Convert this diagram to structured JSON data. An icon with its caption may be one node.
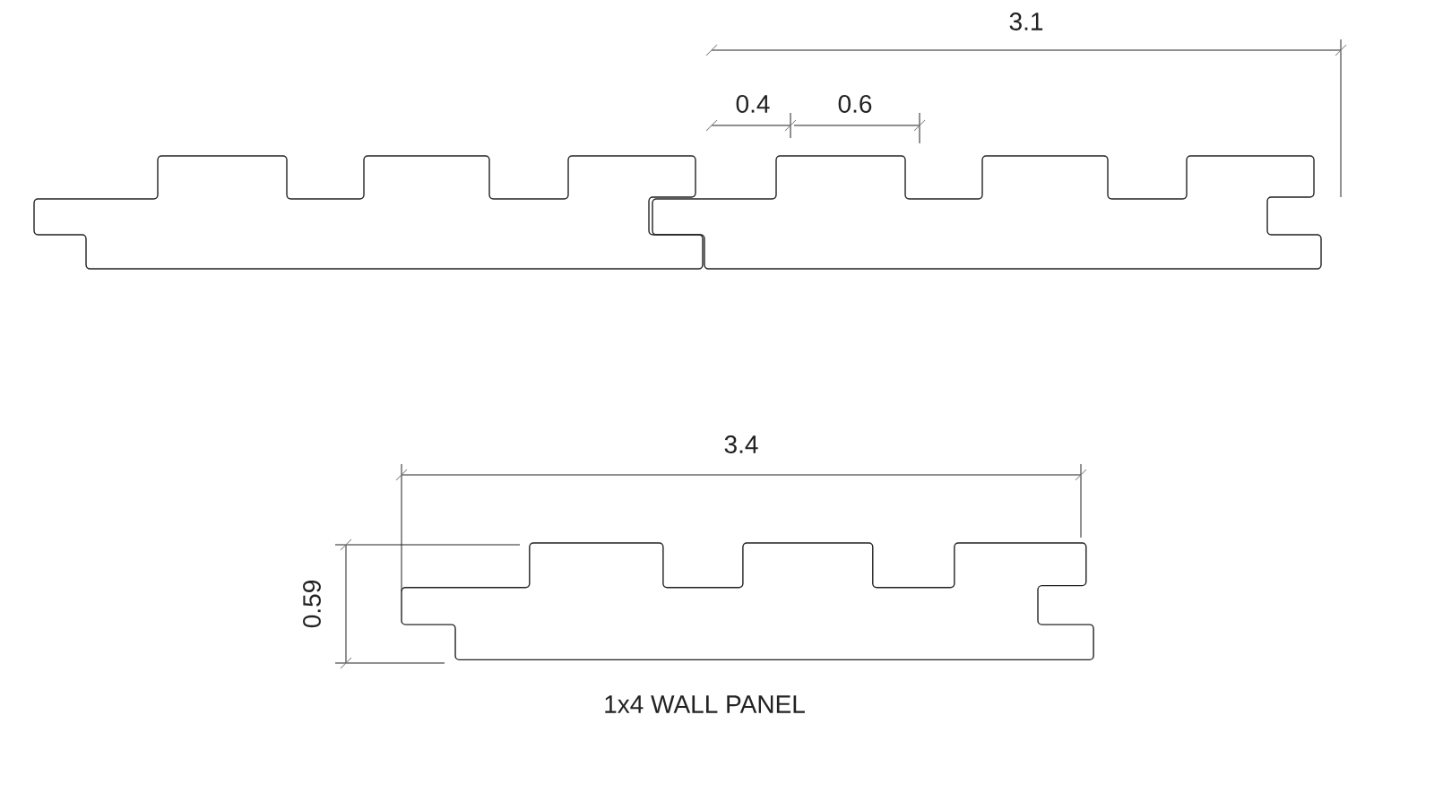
{
  "diagram": {
    "caption": "1x4 WALL PANEL",
    "labels": [
      "3.1",
      "0.4",
      "0.6",
      "3.4",
      "0.59"
    ]
  }
}
